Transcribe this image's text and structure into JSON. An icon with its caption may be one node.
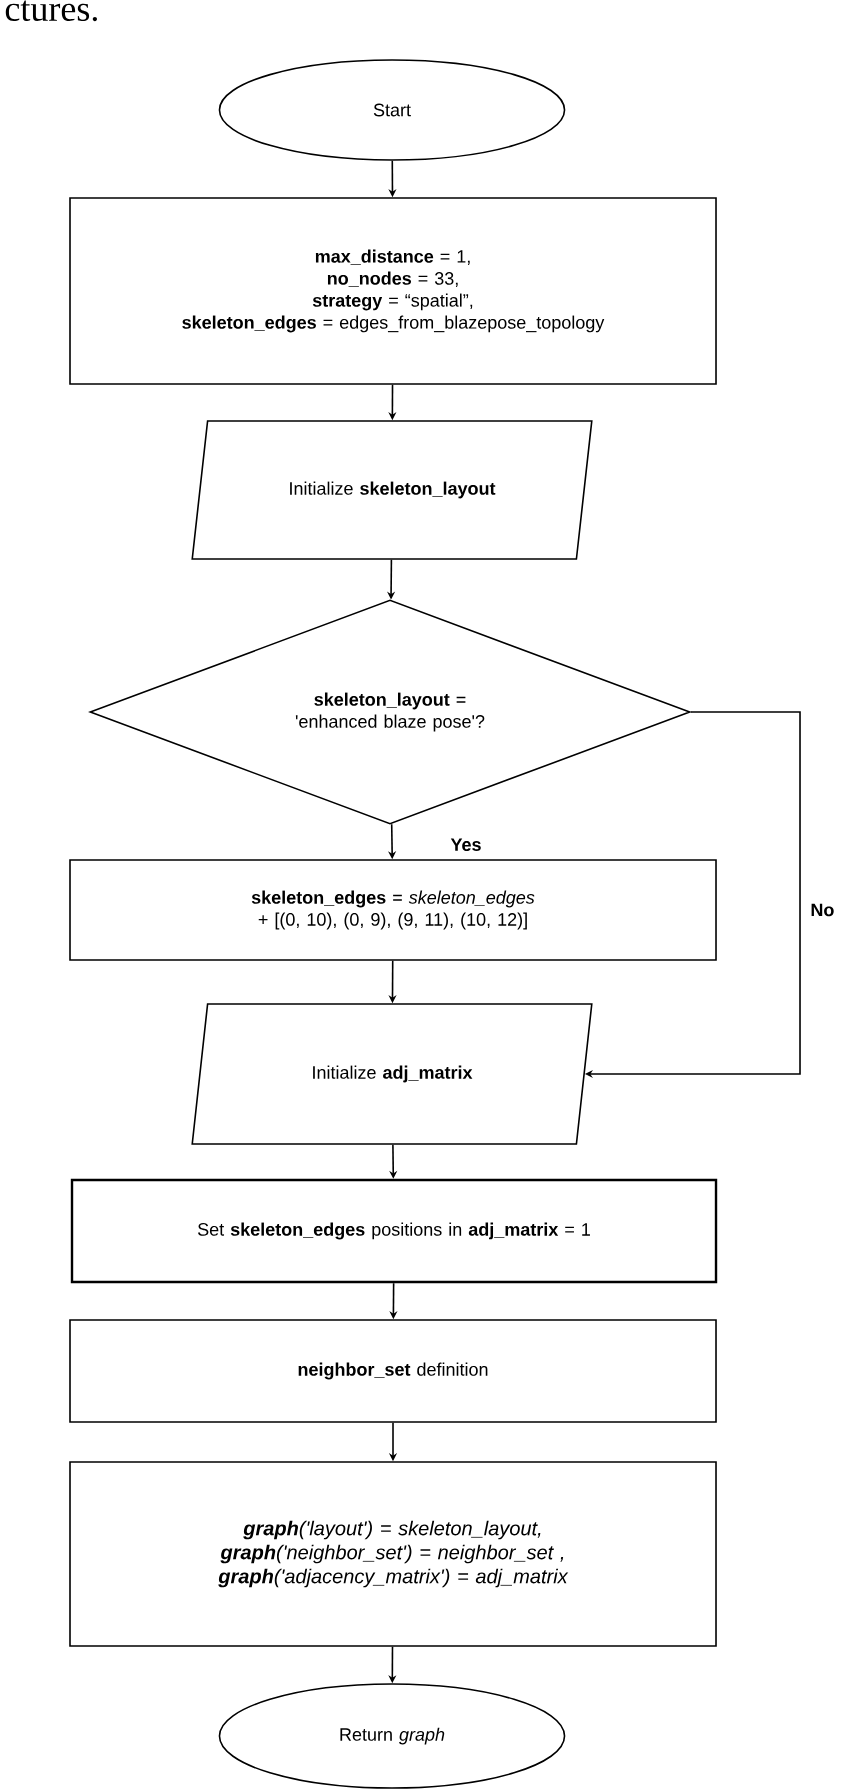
{
  "diagram": {
    "nodes": [
      {
        "text": [
          "Start"
        ]
      },
      {
        "text": [
          "**max_distance** = 1,",
          "**no_nodes** = 33,",
          "**strategy** = “spatial”,",
          "**skeleton_edges** = edges_from_blazepose_topology"
        ]
      },
      {
        "text": [
          "Initialize **skeleton_layout**"
        ]
      },
      {
        "text": [
          "**skeleton_layout** = 'enhanced blaze pose'?"
        ]
      },
      {
        "text": [
          "**skeleton_edges** = *skeleton_edges* + [(0, 10), (0, 9), (9, 11), (10, 12)]"
        ]
      },
      {
        "text": [
          "Initialize **adj_matrix**"
        ]
      },
      {
        "text": [
          "Set **skeleton_edges** positions in **adj_matrix** = 1"
        ]
      },
      {
        "text": [
          "**neighbor_set** definition"
        ]
      },
      {
        "text": [
          "**graph**('layout') = skeleton_layout,",
          "**graph**('neighbor_set') = neighbor_set ,",
          "**graph**('adjacency_matrix') = adj_matrix"
        ]
      },
      {
        "text": [
          "Return *graph*"
        ]
      }
    ],
    "edges": [
      {
        "from": 0,
        "to": 1,
        "arrow": "to"
      },
      {
        "from": 1,
        "to": 2,
        "arrow": "to"
      },
      {
        "from": 2,
        "to": 3,
        "arrow": "to"
      },
      {
        "from": 3,
        "to": 4,
        "arrow": "to",
        "label": "Yes"
      },
      {
        "from": 4,
        "to": 5,
        "arrow": "to"
      },
      {
        "from": 3,
        "to": 5,
        "arrow": "to",
        "label": "No"
      },
      {
        "from": 5,
        "to": 6,
        "arrow": "to"
      },
      {
        "from": 6,
        "to": 7,
        "arrow": "to"
      },
      {
        "from": 7,
        "to": 8,
        "arrow": "to"
      },
      {
        "from": 8,
        "to": 9,
        "arrow": "to"
      }
    ],
    "labels": [
      "ctures."
    ]
  }
}
